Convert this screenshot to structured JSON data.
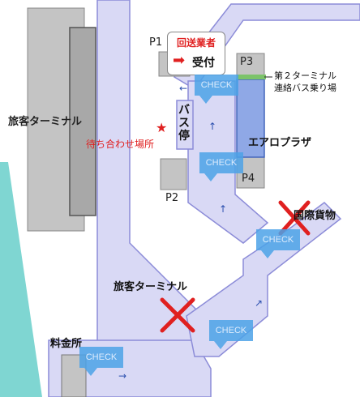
{
  "labels": {
    "terminal_building": "旅客ターミナル",
    "meeting_point": "待ち合わせ場所",
    "delivery_title": "回送業者",
    "delivery_reception": "受付",
    "bus_stop": "バス停",
    "p1": "P1",
    "p2": "P2",
    "p3": "P3",
    "p4": "P4",
    "t2_bus": "第２ターミナル",
    "t2_bus_line2": "連絡バス乗り場",
    "aeroplaza": "エアロプラザ",
    "cargo": "国際貨物",
    "terminal_road": "旅客ターミナル",
    "tollgate": "料金所",
    "check": "CHECK"
  },
  "colors": {
    "road_fill": "#d9d9f5",
    "road_edge": "#8c8cd8",
    "building": "#c4c4c4",
    "building_dark": "#888888",
    "sea": "#7fd6d2",
    "check_bubble": "#4da3e8",
    "cross": "#e02020",
    "aeroplaza": "#8fa8e6",
    "accent_red": "#e02020",
    "bus_bay": "#7cc36a"
  },
  "icons": [
    "star-icon",
    "cross-icon",
    "arrow-left-icon",
    "arrow-up-icon",
    "arrow-right-icon",
    "callout-arrow-icon"
  ]
}
